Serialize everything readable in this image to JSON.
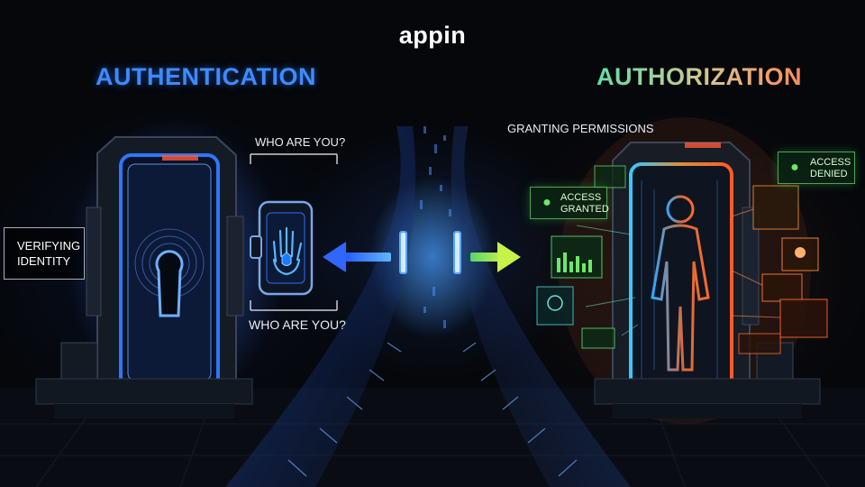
{
  "brand": {
    "logo_text": "appin"
  },
  "left": {
    "heading": "AUTHENTICATION",
    "question_top": "WHO ARE YOU?",
    "question_bottom": "WHO ARE YOU?",
    "verifying_label": "VERIFYING\nIDENTITY"
  },
  "right": {
    "heading": "AUTHORIZATION",
    "subheading": "GRANTING PERMISSIONS",
    "status_cards": [
      {
        "line1": "ACCESS",
        "line2": "GRANTED",
        "icon": "user-icon"
      },
      {
        "line1": "ACCESS",
        "line2": "DENIED",
        "icon": "user-icon"
      }
    ]
  },
  "colors": {
    "authentication_accent": "#3d8bff",
    "authorization_green": "#6fe66a",
    "authorization_orange": "#ff7a3a"
  }
}
